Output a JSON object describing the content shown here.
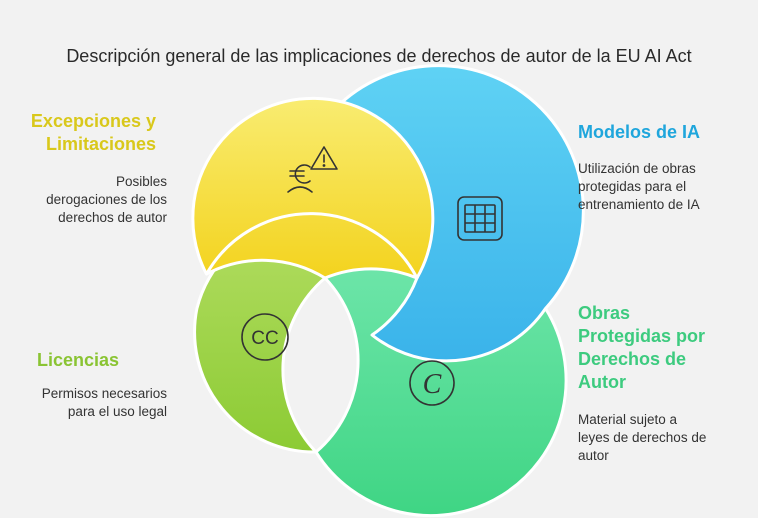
{
  "title": "Descripción general de las implicaciones de derechos de autor de la EU AI Act",
  "colors": {
    "yellow": "#f6df3c",
    "blue": "#4dc3ef",
    "green_light": "#9fd44a",
    "green_mint": "#55dc92",
    "yellow_text": "#d9c81b",
    "blue_text": "#1fa6dc",
    "green_text": "#8ac433",
    "mint_text": "#3dcb7f"
  },
  "sections": {
    "exceptions": {
      "title_line1": "Excepciones y",
      "title_line2": "Limitaciones",
      "desc_line1": "Posibles",
      "desc_line2": "derogaciones de los",
      "desc_line3": "derechos de autor",
      "icon": "euro-warning-icon"
    },
    "models": {
      "title": "Modelos de IA",
      "desc_line1": "Utilización de obras",
      "desc_line2": "protegidas para el",
      "desc_line3": "entrenamiento de IA",
      "icon": "grid-table-icon"
    },
    "licenses": {
      "title": "Licencias",
      "desc_line1": "Permisos necesarios",
      "desc_line2": "para el uso legal",
      "icon": "creative-commons-icon"
    },
    "works": {
      "title_line1": "Obras",
      "title_line2": "Protegidas por",
      "title_line3": "Derechos de",
      "title_line4": "Autor",
      "desc_line1": "Material sujeto a",
      "desc_line2": "leyes de derechos de",
      "desc_line3": "autor",
      "icon": "copyright-icon"
    }
  }
}
